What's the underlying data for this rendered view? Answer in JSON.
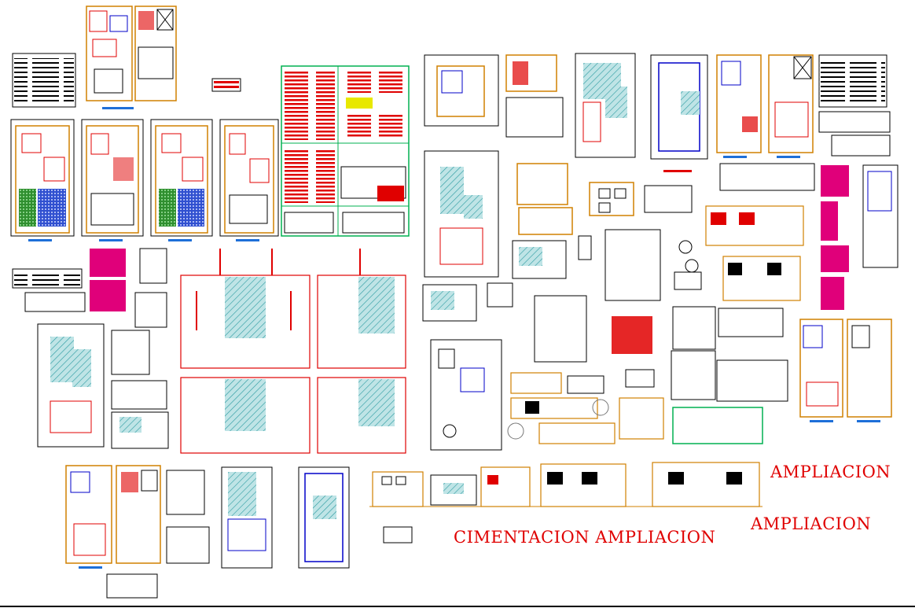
{
  "labels": {
    "ampliacion_1": "AMPLIACION",
    "ampliacion_2": "AMPLIACION",
    "cimentacion": "CIMENTACION  AMPLIACION"
  },
  "colors": {
    "wall": "#e00000",
    "frame": "#d08000",
    "blueprint": "#0000c8",
    "hatch": "#2a9aa0",
    "green_frame": "#00b050",
    "magenta": "#e0007a",
    "background": "#ffffff"
  }
}
